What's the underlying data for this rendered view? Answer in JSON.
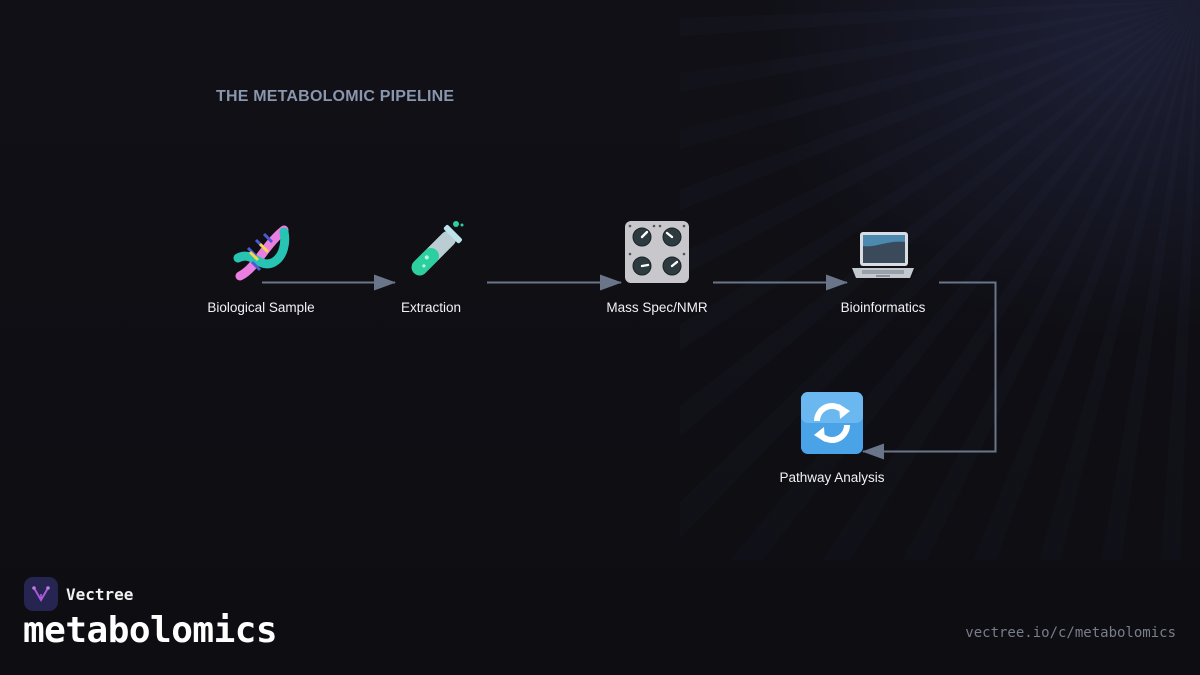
{
  "diagram": {
    "title": "THE METABOLOMIC PIPELINE",
    "nodes": [
      {
        "id": "biological-sample",
        "label": "Biological Sample",
        "icon": "dna-icon"
      },
      {
        "id": "extraction",
        "label": "Extraction",
        "icon": "test-tube-icon"
      },
      {
        "id": "mass-spec",
        "label": "Mass Spec/NMR",
        "icon": "control-knobs-icon"
      },
      {
        "id": "bioinformatics",
        "label": "Bioinformatics",
        "icon": "laptop-icon"
      },
      {
        "id": "pathway-analysis",
        "label": "Pathway Analysis",
        "icon": "refresh-arrows-icon"
      }
    ],
    "edges": [
      {
        "from": "biological-sample",
        "to": "extraction"
      },
      {
        "from": "extraction",
        "to": "mass-spec"
      },
      {
        "from": "mass-spec",
        "to": "bioinformatics"
      },
      {
        "from": "bioinformatics",
        "to": "pathway-analysis"
      }
    ],
    "colors": {
      "arrow": "#6b7589",
      "title": "#8a96ad",
      "label": "#f2f2f5",
      "background": "#0e0e13"
    }
  },
  "footer": {
    "brand_name": "Vectree",
    "topic": "metabolomics",
    "url": "vectree.io/c/metabolomics"
  }
}
